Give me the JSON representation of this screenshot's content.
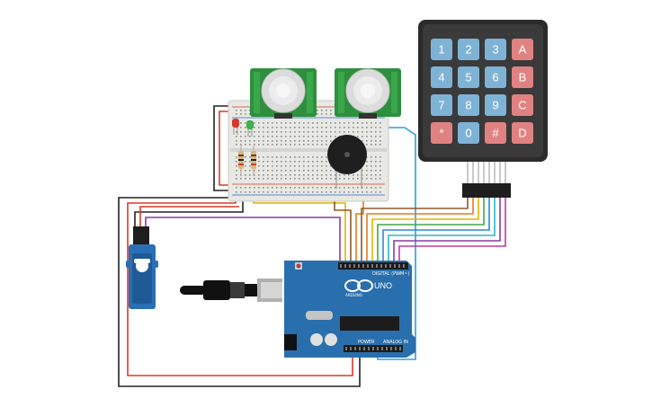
{
  "keypad": {
    "keys": [
      "1",
      "2",
      "3",
      "A",
      "4",
      "5",
      "6",
      "B",
      "7",
      "8",
      "9",
      "C",
      "*",
      "0",
      "#",
      "D"
    ]
  },
  "arduino": {
    "model_label": "UNO",
    "brand_label": "ARDUINO",
    "digital_label": "DIGITAL (PWM~)",
    "power_label": "POWER",
    "analog_label": "ANALOG IN"
  },
  "colors": {
    "board": "#2a6fad",
    "keypad_blue": "#7fb3d6",
    "keypad_red": "#e08282",
    "pir_green": "#2f8f3f",
    "wire_red": "#d63b2b",
    "wire_black": "#222222"
  }
}
